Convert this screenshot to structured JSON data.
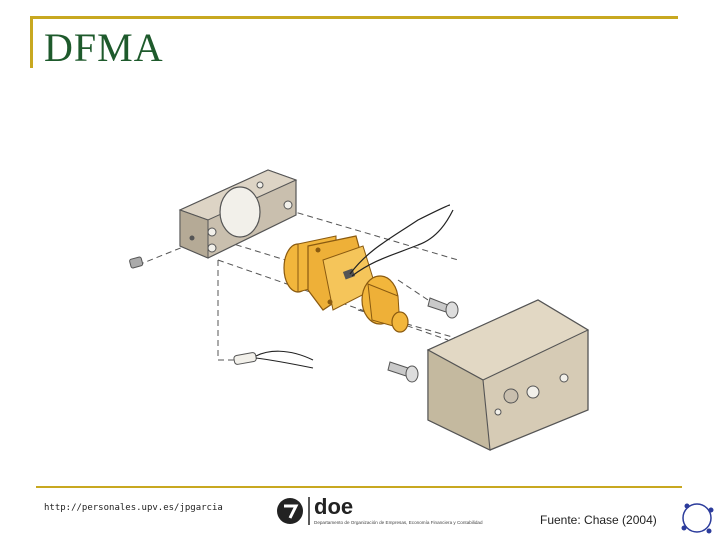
{
  "slide": {
    "title": "DFMA",
    "url": "http://personales.upv.es/jpgarcia",
    "source": "Fuente: Chase (2004)"
  },
  "logo": {
    "wordmark": "doe",
    "subtitle": "Departamento de Organización de Empresas, Economía Financiera y Contabilidad"
  },
  "colors": {
    "accent_rule": "#c8a820",
    "title": "#1e5a2c",
    "part_gray": "#c9bfae",
    "part_orange": "#f2b63c",
    "part_box": "#d6cbb5"
  },
  "icons": {
    "ring": "circle-dots-icon"
  }
}
